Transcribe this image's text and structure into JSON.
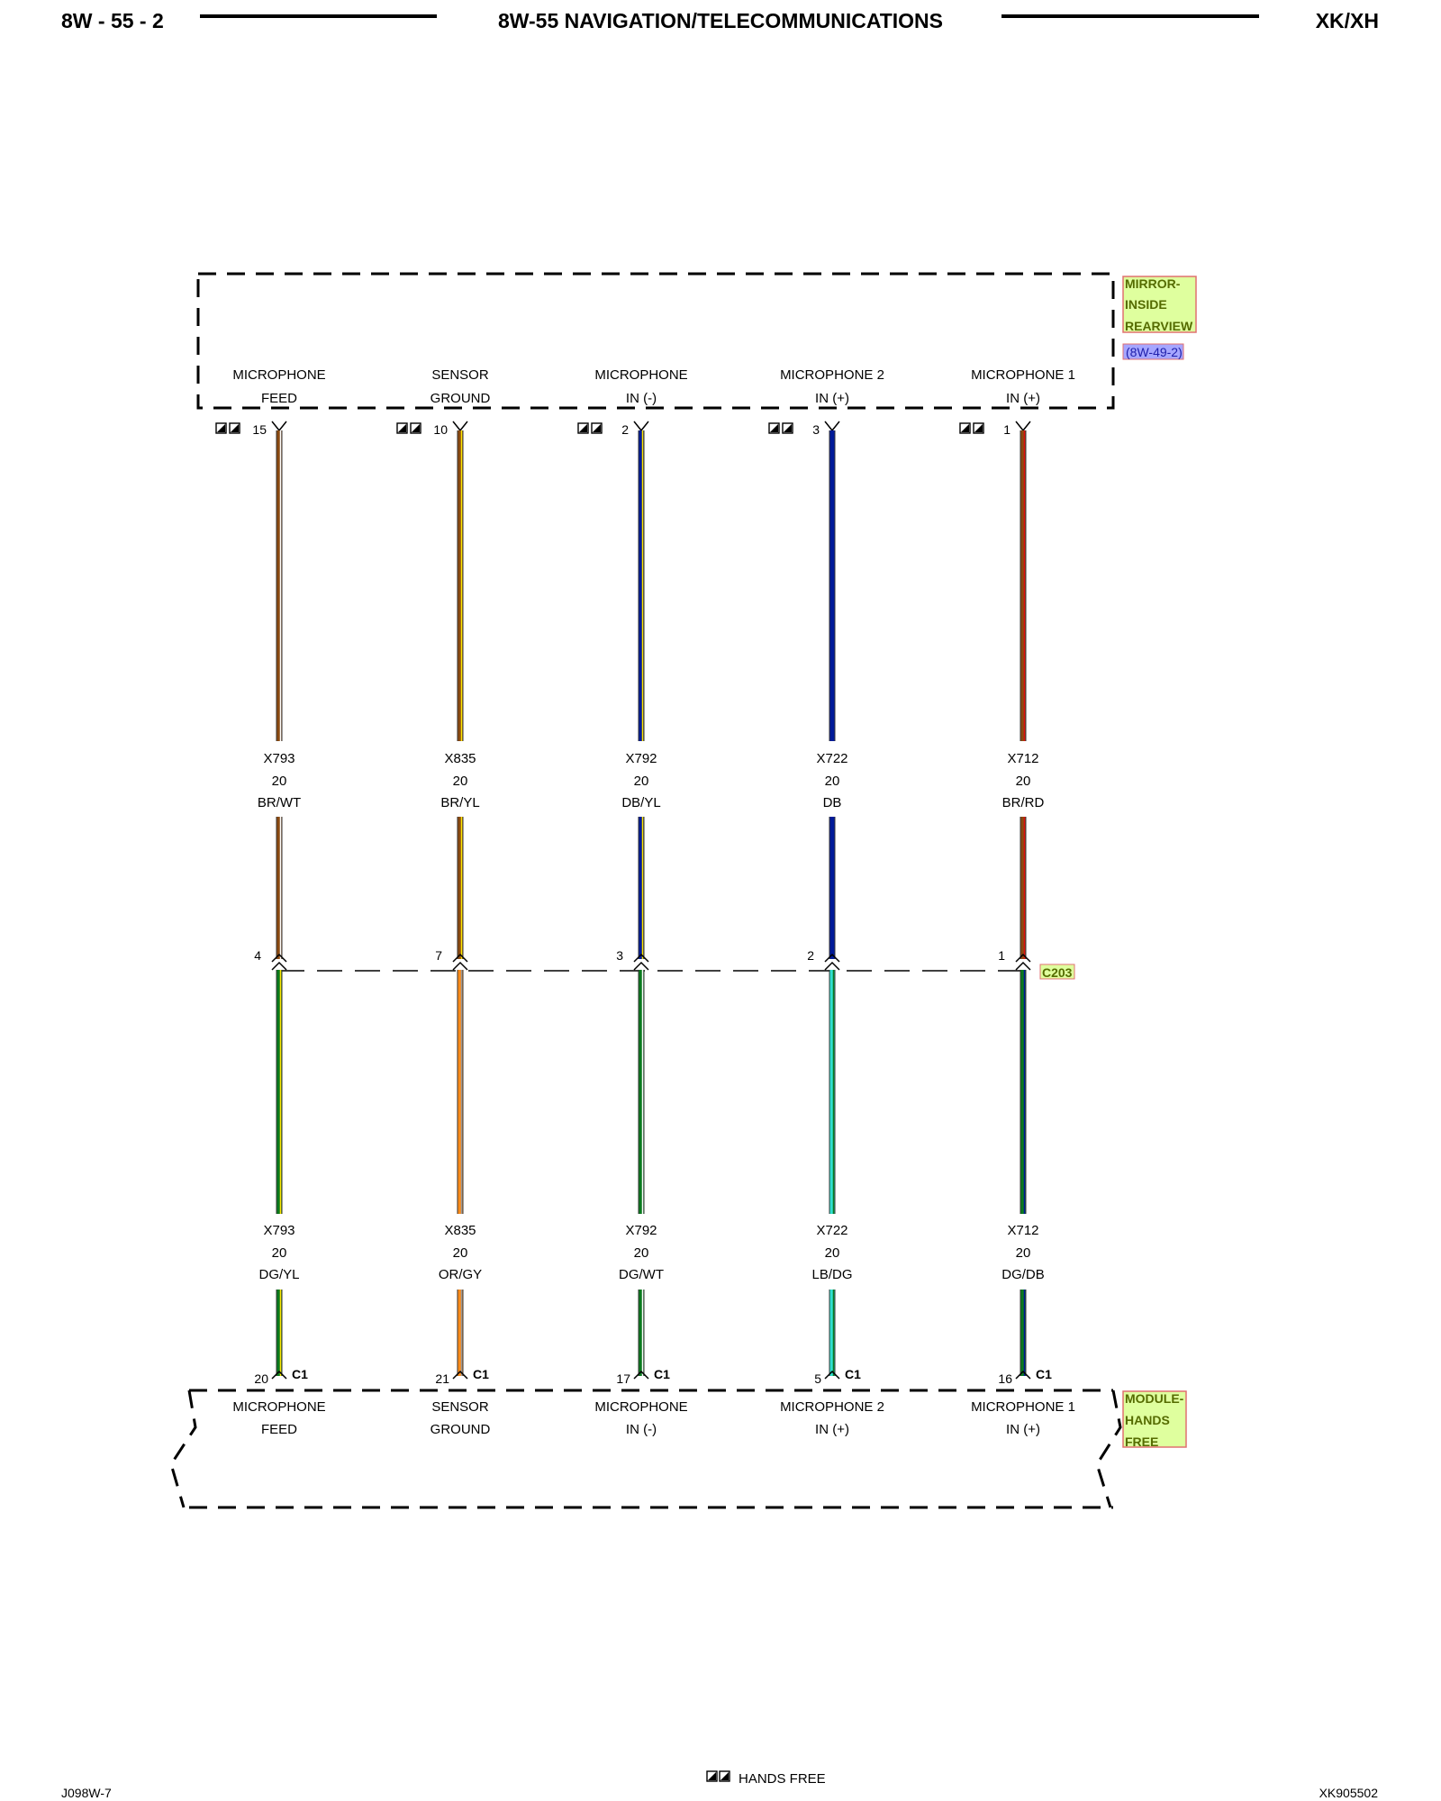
{
  "header": {
    "page_number": "8W - 55 - 2",
    "title": "8W-55 NAVIGATION/TELECOMMUNICATIONS",
    "model": "XK/XH"
  },
  "footer": {
    "left_code": "J098W-7",
    "legend_label": "HANDS FREE",
    "right_code": "XK905502"
  },
  "colors": {
    "BR": "#8b4a10",
    "WT": "#ffffff",
    "YL": "#ffe600",
    "DB": "#001a99",
    "RD": "#e01010",
    "DG": "#0a7a1e",
    "OR": "#ff8c1a",
    "GY": "#9a9a9a",
    "LB": "#2fe0d0",
    "label_bg": "#dfff9e",
    "label_text": "#556b00",
    "label_border": "#e07070",
    "ref_bg": "#a6a6ff",
    "ref_text": "#2020aa"
  },
  "components": {
    "mirror": {
      "name_lines": [
        "MIRROR-",
        "INSIDE",
        "REARVIEW"
      ],
      "ref": "(8W-49-2)"
    },
    "module": {
      "name_lines": [
        "MODULE-",
        "HANDS",
        "FREE"
      ]
    },
    "inline_connector": "C203"
  },
  "circuits": [
    {
      "id": "mic-feed",
      "pin_label": [
        "MICROPHONE",
        "FEED"
      ],
      "top_pin": "15",
      "c203_pin": "4",
      "module_pin": "20",
      "module_conn": "C1",
      "upper_wire": {
        "circuit": "X793",
        "gauge": "20",
        "color": "BR/WT",
        "base": "BR",
        "tracer": "WT"
      },
      "lower_wire": {
        "circuit": "X793",
        "gauge": "20",
        "color": "DG/YL",
        "base": "DG",
        "tracer": "YL"
      }
    },
    {
      "id": "sensor-ground",
      "pin_label": [
        "SENSOR",
        "GROUND"
      ],
      "top_pin": "10",
      "c203_pin": "7",
      "module_pin": "21",
      "module_conn": "C1",
      "upper_wire": {
        "circuit": "X835",
        "gauge": "20",
        "color": "BR/YL",
        "base": "BR",
        "tracer": "YL"
      },
      "lower_wire": {
        "circuit": "X835",
        "gauge": "20",
        "color": "OR/GY",
        "base": "OR",
        "tracer": "GY"
      }
    },
    {
      "id": "mic-in-neg",
      "pin_label": [
        "MICROPHONE",
        "IN (-)"
      ],
      "top_pin": "2",
      "c203_pin": "3",
      "module_pin": "17",
      "module_conn": "C1",
      "upper_wire": {
        "circuit": "X792",
        "gauge": "20",
        "color": "DB/YL",
        "base": "DB",
        "tracer": "YL"
      },
      "lower_wire": {
        "circuit": "X792",
        "gauge": "20",
        "color": "DG/WT",
        "base": "DG",
        "tracer": "WT"
      }
    },
    {
      "id": "mic2-in-pos",
      "pin_label": [
        "MICROPHONE 2",
        "IN (+)"
      ],
      "top_pin": "3",
      "c203_pin": "2",
      "module_pin": "5",
      "module_conn": "C1",
      "upper_wire": {
        "circuit": "X722",
        "gauge": "20",
        "color": "DB",
        "base": "DB",
        "tracer": null
      },
      "lower_wire": {
        "circuit": "X722",
        "gauge": "20",
        "color": "LB/DG",
        "base": "LB",
        "tracer": "DG"
      }
    },
    {
      "id": "mic1-in-pos",
      "pin_label": [
        "MICROPHONE 1",
        "IN (+)"
      ],
      "top_pin": "1",
      "c203_pin": "1",
      "module_pin": "16",
      "module_conn": "C1",
      "upper_wire": {
        "circuit": "X712",
        "gauge": "20",
        "color": "BR/RD",
        "base": "BR",
        "tracer": "RD"
      },
      "lower_wire": {
        "circuit": "X712",
        "gauge": "20",
        "color": "DG/DB",
        "base": "DG",
        "tracer": "DB"
      }
    }
  ]
}
